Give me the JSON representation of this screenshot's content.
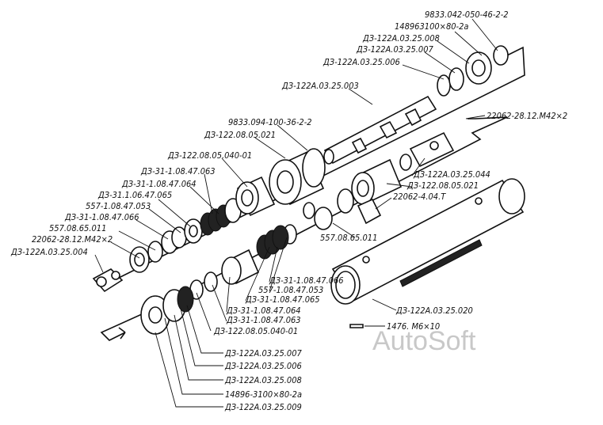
{
  "watermark": "AutoSoft",
  "labels": {
    "l01": "9833.042-050-46-2-2",
    "l02": "148963100×80-2а",
    "l03": "ДЗ-122А.03.25.008",
    "l04": "ДЗ-122А.03.25.007",
    "l05": "ДЗ-122А.03.25.006",
    "l06": "ДЗ-122А.03.25.003",
    "l07": "22062-28.12.М42×2",
    "l08": "9833.094-100-36-2-2",
    "l09": "ДЗ-122.08.05.021",
    "l10": "ДЗ-122.08.05.040-01",
    "l11": "ДЗ-31-1.08.47.063",
    "l12": "ДЗ-31-1.08.47.064",
    "l13": "ДЗ-31.1.06.47.065",
    "l14": "557-1.08.47.053",
    "l15": "ДЗ-31-1.08.47.066",
    "l16": "557.08.65.011",
    "l17": "22062-28.12.М42×2",
    "l18": "ДЗ-122А.03.25.004",
    "l19": "ДЗ-122А.03.25.044",
    "l20": "ДЗ-122.08.05.021",
    "l21": "22062-4.04.Т",
    "l22": "557.08.65.011",
    "l23": "ДЗ-31-1.08.47.066",
    "l24": "557-1.08.47.053",
    "l25": "ДЗ-31-1.08.47.065",
    "l26": "ДЗ-31-1.08.47.064",
    "l27": "ДЗ-31-1.08.47.063",
    "l28": "ДЗ-122.08.05.040-01",
    "l29": "ДЗ-122А.03.25.020",
    "l30": "1476. М6×10",
    "l31": "ДЗ-122А.03.25.007",
    "l32": "ДЗ-122А.03.25.006",
    "l33": "ДЗ-122А.03.25.008",
    "l34": "14896-3100×80-2а",
    "l35": "ДЗ-122А.03.25.009"
  }
}
